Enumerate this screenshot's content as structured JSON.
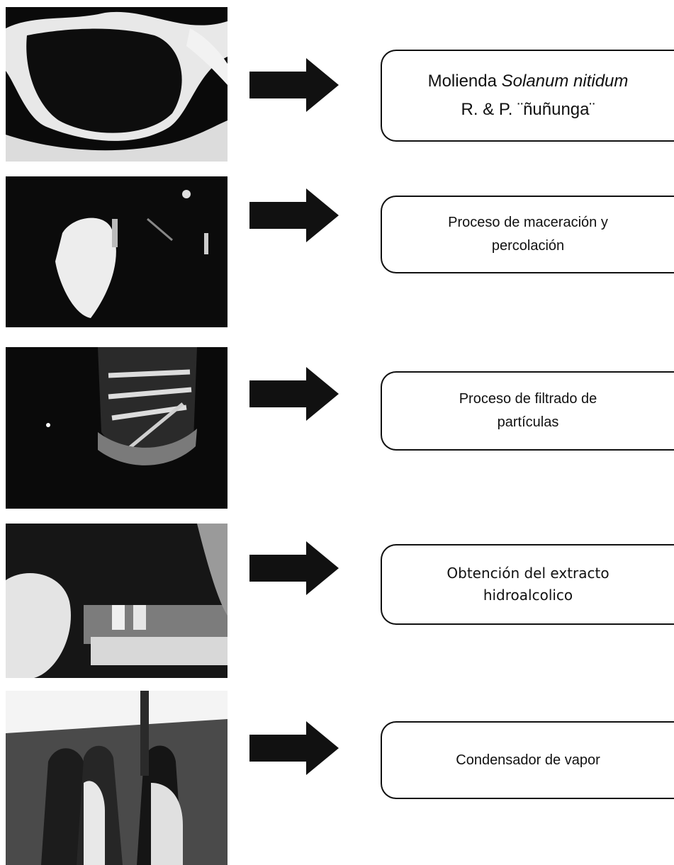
{
  "steps": [
    {
      "photo": "grinding-photo",
      "arrow": "right-arrow-icon",
      "line1_prefix": "Molienda ",
      "line1_italic": "Solanum nitidum",
      "line2": "R. & P. ¨ñuñunga¨"
    },
    {
      "photo": "maceration-photo",
      "arrow": "right-arrow-icon",
      "line1": "Proceso de maceración y",
      "line2": "percolación"
    },
    {
      "photo": "filtration-photo",
      "arrow": "right-arrow-icon",
      "line1": "Proceso de filtrado de",
      "line2": "partículas"
    },
    {
      "photo": "extract-photo",
      "arrow": "right-arrow-icon",
      "line1": "Obtención del extracto",
      "line2": "hidroalcolico"
    },
    {
      "photo": "condenser-photo",
      "arrow": "right-arrow-icon",
      "line1": "Condensador de vapor"
    }
  ]
}
